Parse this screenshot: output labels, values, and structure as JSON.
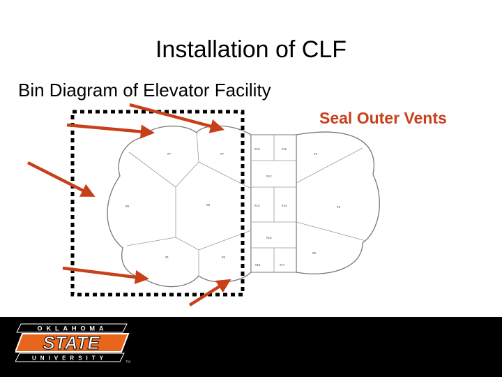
{
  "slide": {
    "title": "Installation of CLF",
    "subtitle": "Bin Diagram of Elevator Facility",
    "callout": "Seal Outer Vents"
  },
  "diagram": {
    "bins": [
      {
        "id": "bin-w-top-left",
        "label": "#7"
      },
      {
        "id": "bin-w-top-right",
        "label": "#7"
      },
      {
        "id": "bin-w-mid-left",
        "label": "#8"
      },
      {
        "id": "bin-w-mid-right",
        "label": "#8"
      },
      {
        "id": "bin-w-bot-left",
        "label": "#1"
      },
      {
        "id": "bin-w-bot-right",
        "label": "#6"
      },
      {
        "id": "bin-c-1",
        "label": "#10"
      },
      {
        "id": "bin-c-2",
        "label": "#11"
      },
      {
        "id": "bin-c-3",
        "label": "#12"
      },
      {
        "id": "bin-c-4",
        "label": "#13"
      },
      {
        "id": "bin-c-5",
        "label": "#14"
      },
      {
        "id": "bin-c-6",
        "label": "#15"
      },
      {
        "id": "bin-c-7",
        "label": "#16"
      },
      {
        "id": "bin-c-8",
        "label": "#17"
      },
      {
        "id": "bin-e-top",
        "label": "#1"
      },
      {
        "id": "bin-e-mid",
        "label": "#2"
      },
      {
        "id": "bin-e-bot",
        "label": "#5"
      }
    ],
    "colors": {
      "arrow": "#c8401a",
      "outline": "#777777",
      "dashed_box": "#000000"
    }
  },
  "logo": {
    "top_text": "OKLAHOMA",
    "main_text": "STATE",
    "bottom_text": "UNIVERSITY",
    "trademark": "TM",
    "colors": {
      "orange": "#e8661c",
      "white": "#ffffff",
      "black": "#000000"
    }
  }
}
